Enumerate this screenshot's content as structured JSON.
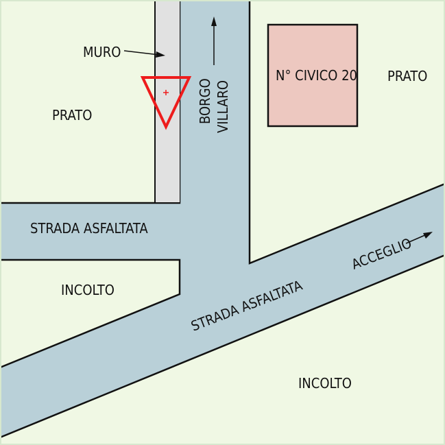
{
  "colors": {
    "background": "#f0f8e4",
    "road": "#b9d0d8",
    "road_outline": "#111111",
    "wall": "#e1e1e1",
    "building": "#edc8c0",
    "marker": "#ee1c1c",
    "frame": "#d7e8ce"
  },
  "labels": {
    "muro": "MURO",
    "prato_left": "PRATO",
    "prato_right": "PRATO",
    "borgo": "BORGO",
    "villaro": "VILLARO",
    "building": "N° CIVICO 20",
    "strada_horizontal": "STRADA ASFALTATA",
    "strada_diagonal": "STRADA ASFALTATA",
    "acceglio": "ACCEGLIO",
    "incolto_left": "INCOLTO",
    "incolto_right": "INCOLTO"
  },
  "icons": {
    "marker": "yield-triangle-icon",
    "north_arrow": "arrow-up-icon",
    "acceglio_arrow": "arrow-right-icon",
    "muro_arrow": "arrow-right-icon"
  }
}
